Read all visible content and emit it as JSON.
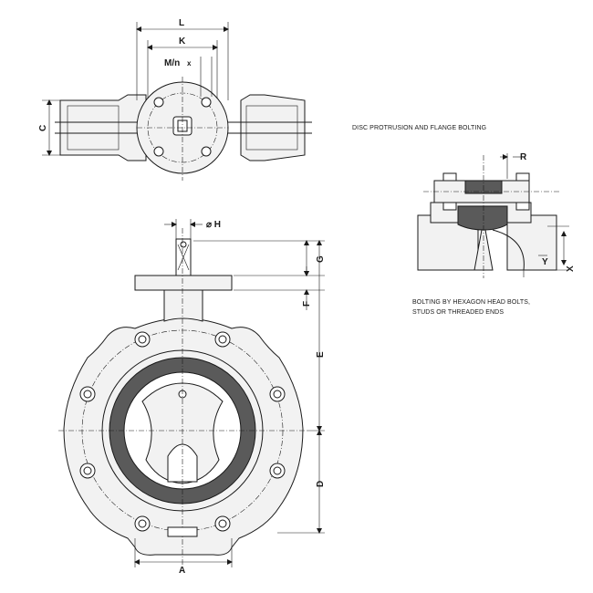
{
  "dimensions": {
    "L": "L",
    "K": "K",
    "Mn": "M/n",
    "Mn_x": "x",
    "C": "C",
    "H": "⌀ H",
    "G": "G",
    "F": "F",
    "E": "E",
    "D": "D",
    "A": "A",
    "R": "R",
    "Y": "Y",
    "X": "X"
  },
  "captions": {
    "disc_protrusion": "DISC PROTRUSION AND FLANGE BOLTING",
    "bolting_line1": "BOLTING BY HEXAGON HEAD BOLTS,",
    "bolting_line2": "STUDS OR THREADED ENDS"
  },
  "colors": {
    "line": "#1a1a1a",
    "body_fill": "#f2f2f2",
    "liner_fill": "#5a5a5a"
  }
}
